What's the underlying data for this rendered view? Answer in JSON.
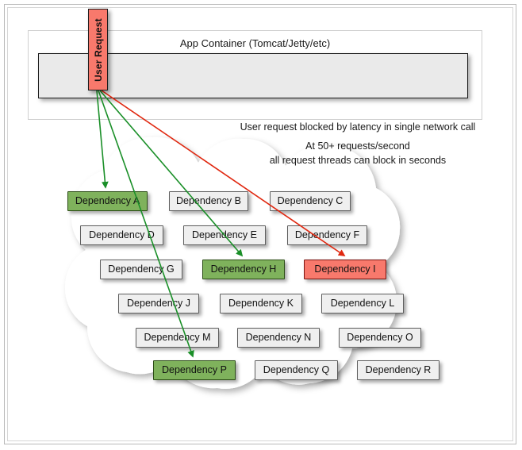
{
  "diagram": {
    "title_text": "App Container (Tomcat/Jetty/etc)",
    "user_request_label": "User Request",
    "annotation": {
      "line1": "User request blocked by latency in single network call",
      "line2": "At 50+ requests/second",
      "line3": "all request threads can block in seconds"
    },
    "colors": {
      "green_fill": "#7FB25C",
      "green_border": "#2C4D16",
      "red_fill": "#F8796C",
      "red_border": "#7A1410",
      "neutral_fill": "#EFEFEF",
      "neutral_border": "#5E5E5E",
      "bar_fill": "#EAEAEA",
      "green_arrow": "#1A8F28",
      "red_arrow": "#E02810",
      "cloud_fill": "#FFFFFF"
    },
    "dependencies": [
      {
        "label": "Dependency A",
        "state": "green"
      },
      {
        "label": "Dependency B",
        "state": "neutral"
      },
      {
        "label": "Dependency C",
        "state": "neutral"
      },
      {
        "label": "Dependency D",
        "state": "neutral"
      },
      {
        "label": "Dependency E",
        "state": "neutral"
      },
      {
        "label": "Dependency F",
        "state": "neutral"
      },
      {
        "label": "Dependency G",
        "state": "neutral"
      },
      {
        "label": "Dependency H",
        "state": "green"
      },
      {
        "label": "Dependency I",
        "state": "red"
      },
      {
        "label": "Dependency J",
        "state": "neutral"
      },
      {
        "label": "Dependency K",
        "state": "neutral"
      },
      {
        "label": "Dependency L",
        "state": "neutral"
      },
      {
        "label": "Dependency M",
        "state": "neutral"
      },
      {
        "label": "Dependency N",
        "state": "neutral"
      },
      {
        "label": "Dependency O",
        "state": "neutral"
      },
      {
        "label": "Dependency P",
        "state": "green"
      },
      {
        "label": "Dependency Q",
        "state": "neutral"
      },
      {
        "label": "Dependency R",
        "state": "neutral"
      }
    ],
    "connections": [
      {
        "from": "User Request",
        "to": "Dependency A",
        "color": "green"
      },
      {
        "from": "User Request",
        "to": "Dependency P",
        "color": "green"
      },
      {
        "from": "User Request",
        "to": "Dependency H",
        "color": "green"
      },
      {
        "from": "User Request",
        "to": "Dependency I",
        "color": "red"
      }
    ]
  }
}
